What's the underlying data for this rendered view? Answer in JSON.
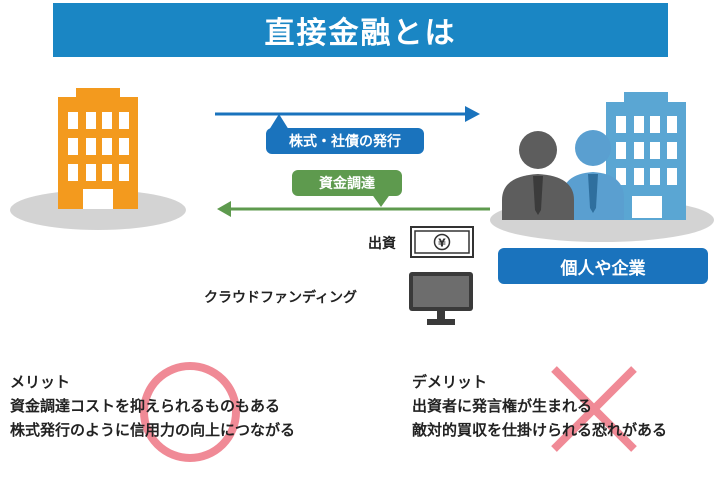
{
  "title": "直接金融とは",
  "arrows": {
    "top_label": "株式・社債の発行",
    "bottom_label": "資金調達"
  },
  "right_entity": {
    "label": "個人や企業"
  },
  "instruments": [
    {
      "label": "出資",
      "icon": "yen-bill-icon"
    },
    {
      "label": "クラウドファンディング",
      "icon": "computer-monitor-icon"
    }
  ],
  "merits": {
    "heading": "メリット",
    "lines": [
      "資金調達コストを抑えられるものもある",
      "株式発行のように信用力の向上につながる"
    ],
    "mark": "circle"
  },
  "demerits": {
    "heading": "デメリット",
    "lines": [
      "出資者に発言権が生まれる",
      "敵対的買収を仕掛けられる恐れがある"
    ],
    "mark": "cross"
  },
  "colors": {
    "title_bg": "#1a86c4",
    "arrow_blue": "#1a73bd",
    "arrow_green": "#5e9a4e",
    "building_left": "#f39a1e",
    "building_right": "#5aa6d3",
    "person_dark": "#5d5d5d",
    "person_blue": "#5a9fd0",
    "mark_pink": "#f08a96",
    "ground": "#d3d3d3"
  }
}
